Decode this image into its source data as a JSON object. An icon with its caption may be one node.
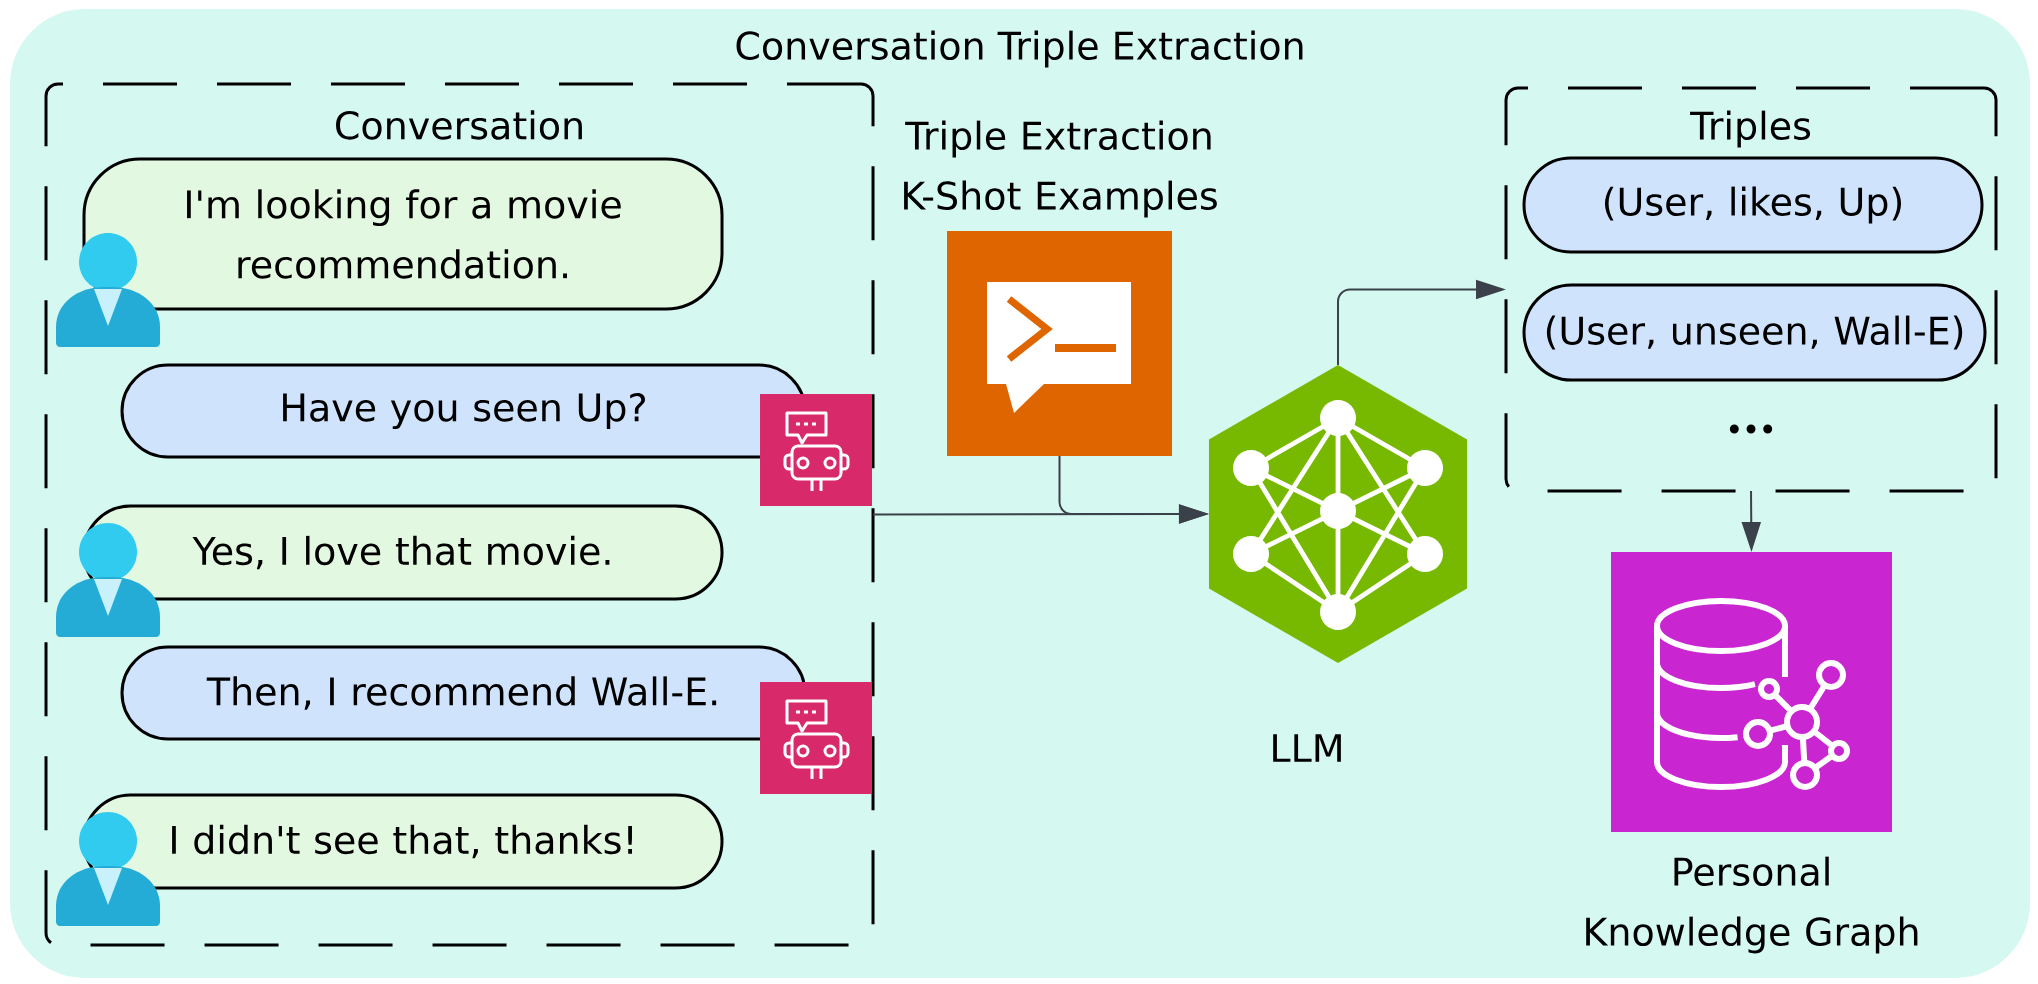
{
  "diagram": {
    "nodes": [
      {
        "text": [
          "Conversation Triple Extraction"
        ]
      },
      {
        "text": [
          "Conversation"
        ],
        "in": 0
      },
      {
        "text": [
          "I'm looking for a movie recommendation."
        ],
        "in": 1
      },
      {
        "text": [
          "Have you seen Up?"
        ],
        "in": 1
      },
      {
        "text": [
          "Yes, I love that movie."
        ],
        "in": 1
      },
      {
        "text": [
          "Then, I recommend Wall-E."
        ],
        "in": 1
      },
      {
        "text": [
          "I didn't see that, thanks!"
        ],
        "in": 1
      },
      {
        "text": [
          "Triple Extraction K-Shot Examples"
        ],
        "in": 0
      },
      {
        "text": [
          "LLM"
        ],
        "in": 0
      },
      {
        "text": [
          "Triples",
          "..."
        ],
        "in": 0
      },
      {
        "text": [
          "(User, likes, Up)"
        ],
        "in": 9
      },
      {
        "text": [
          "(User, unseen, Wall-E)"
        ],
        "in": 9
      },
      {
        "text": [
          "Personal Knowledge Graph"
        ],
        "in": 0
      }
    ],
    "edges": [
      {
        "from": 1,
        "to": 8,
        "arrow": "to"
      },
      {
        "from": 7,
        "to": 8,
        "arrow": "to"
      },
      {
        "from": 8,
        "to": 9,
        "arrow": "to"
      },
      {
        "from": 9,
        "to": 12,
        "arrow": "to"
      }
    ]
  }
}
